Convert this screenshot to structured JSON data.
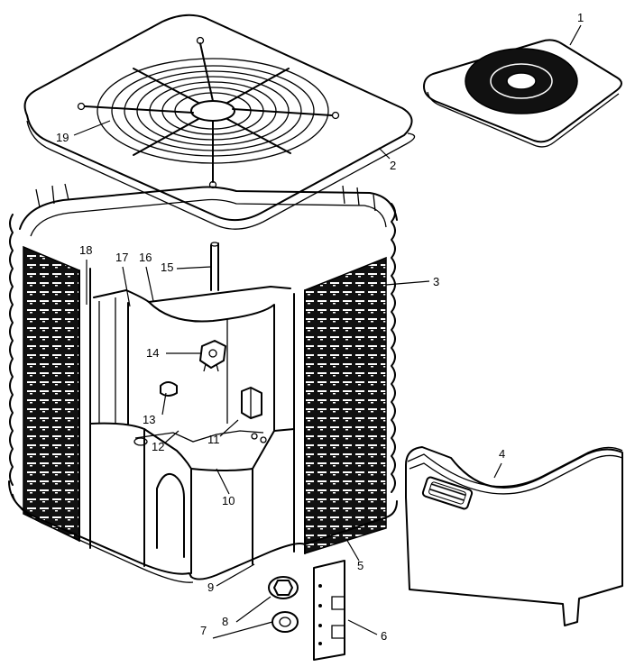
{
  "diagram": {
    "callouts": [
      {
        "id": "c1",
        "label": "1"
      },
      {
        "id": "c2",
        "label": "2"
      },
      {
        "id": "c3",
        "label": "3"
      },
      {
        "id": "c4",
        "label": "4"
      },
      {
        "id": "c5",
        "label": "5"
      },
      {
        "id": "c6",
        "label": "6"
      },
      {
        "id": "c7",
        "label": "7"
      },
      {
        "id": "c8",
        "label": "8"
      },
      {
        "id": "c9",
        "label": "9"
      },
      {
        "id": "c10",
        "label": "10"
      },
      {
        "id": "c11",
        "label": "11"
      },
      {
        "id": "c12",
        "label": "12"
      },
      {
        "id": "c13",
        "label": "13"
      },
      {
        "id": "c14",
        "label": "14"
      },
      {
        "id": "c15",
        "label": "15"
      },
      {
        "id": "c16",
        "label": "16"
      },
      {
        "id": "c17",
        "label": "17"
      },
      {
        "id": "c18",
        "label": "18"
      },
      {
        "id": "c19",
        "label": "19"
      }
    ]
  }
}
